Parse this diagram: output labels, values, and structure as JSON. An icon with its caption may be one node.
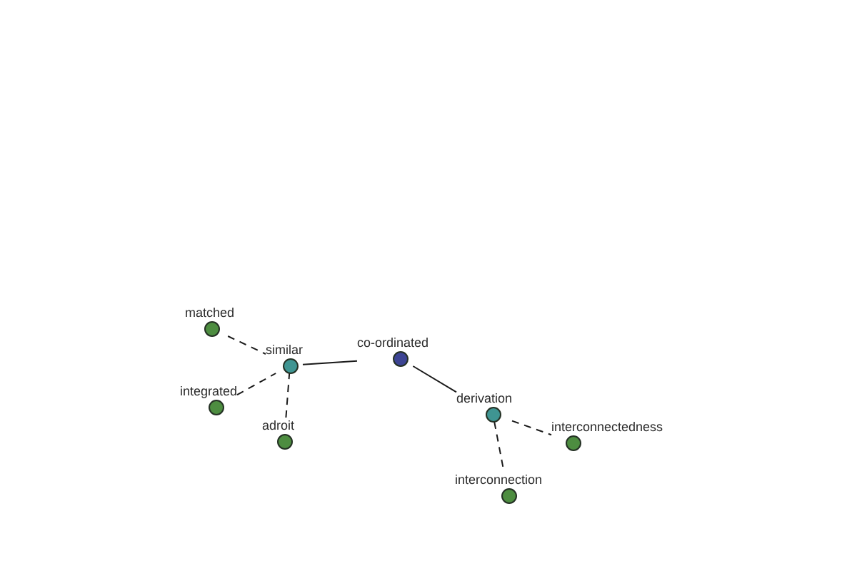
{
  "diagram": {
    "nodes": [
      {
        "text": [
          "matched"
        ]
      },
      {
        "text": [
          "co-ordinated"
        ]
      },
      {
        "text": [
          "similar"
        ]
      },
      {
        "text": [
          "integrated"
        ]
      },
      {
        "text": [
          "derivation"
        ]
      },
      {
        "text": [
          "adroit"
        ]
      },
      {
        "text": [
          "interconnectedness"
        ]
      },
      {
        "text": [
          "interconnection"
        ]
      }
    ],
    "edges": [
      {
        "from": 2,
        "to": 1,
        "arrow": "none"
      },
      {
        "from": 1,
        "to": 4,
        "arrow": "none"
      },
      {
        "from": 0,
        "to": 2,
        "arrow": "none",
        "style": "dashed"
      },
      {
        "from": 3,
        "to": 2,
        "arrow": "none",
        "style": "dashed"
      },
      {
        "from": 5,
        "to": 2,
        "arrow": "none",
        "style": "dashed"
      },
      {
        "from": 4,
        "to": 6,
        "arrow": "none",
        "style": "dashed"
      },
      {
        "from": 4,
        "to": 7,
        "arrow": "none",
        "style": "dashed"
      }
    ]
  }
}
